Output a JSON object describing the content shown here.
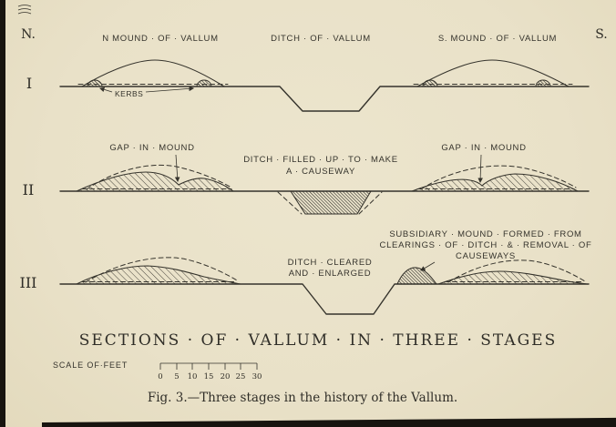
{
  "colors": {
    "paper": "#eae2c9",
    "ink": "#35332c"
  },
  "compass": {
    "north": "N.",
    "south": "S."
  },
  "stage1": {
    "numeral": "I",
    "label_n_mound": "N MOUND · OF · VALLUM",
    "label_ditch": "DITCH · OF · VALLUM",
    "label_s_mound": "S. MOUND · OF · VALLUM",
    "label_kerbs": "KERBS"
  },
  "stage2": {
    "numeral": "II",
    "label_gap_left": "GAP · IN · MOUND",
    "label_gap_right": "GAP · IN · MOUND",
    "label_ditch_line1": "DITCH · FILLED · UP · TO · MAKE",
    "label_ditch_line2": "A · CAUSEWAY"
  },
  "stage3": {
    "numeral": "III",
    "label_ditch_line1": "DITCH · CLEARED",
    "label_ditch_line2": "AND · ENLARGED",
    "label_subsidiary_line1": "SUBSIDIARY · MOUND · FORMED · FROM",
    "label_subsidiary_line2": "CLEARINGS · OF · DITCH · & · REMOVAL · OF",
    "label_subsidiary_line3": "CAUSEWAYS"
  },
  "title": "SECTIONS · OF · VALLUM · IN · THREE · STAGES",
  "scale": {
    "label": "SCALE OF·FEET",
    "ticks": [
      "0",
      "5",
      "10",
      "15",
      "20",
      "25",
      "30"
    ]
  },
  "caption": "Fig. 3.—Three stages in the history of the Vallum."
}
